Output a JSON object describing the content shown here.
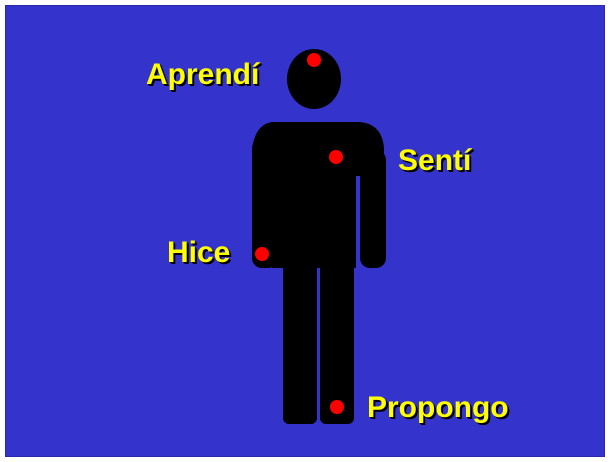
{
  "colors": {
    "background": "#3434cc",
    "figure": "#000000",
    "dot": "#ff0000",
    "label_text": "#ffff00"
  },
  "labels": {
    "head": "Aprendí",
    "heart": "Sentí",
    "hand": "Hice",
    "foot": "Propongo"
  }
}
